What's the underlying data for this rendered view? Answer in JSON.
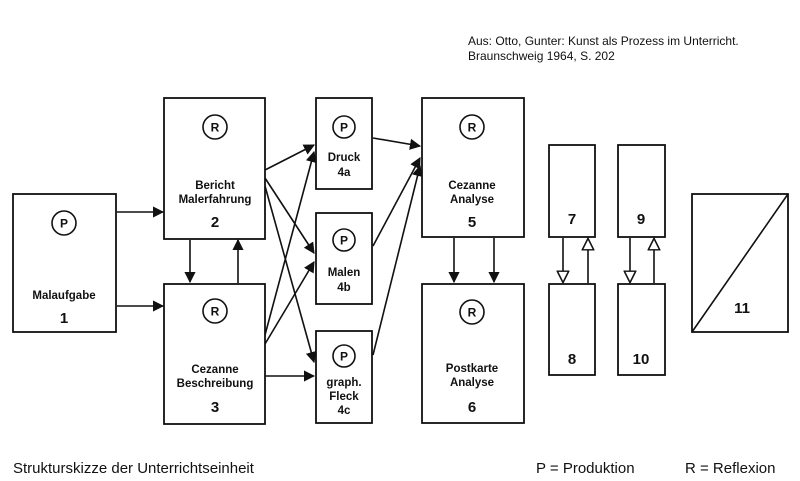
{
  "source": {
    "line1": "Aus: Otto, Gunter: Kunst als Prozess im Unterricht.",
    "line2": "Braunschweig 1964, S. 202"
  },
  "boxes": {
    "b1": {
      "badge": "P",
      "label_lines": [
        "Malaufgabe"
      ],
      "number": "1"
    },
    "b2": {
      "badge": "R",
      "label_lines": [
        "Bericht",
        "Malerfahrung"
      ],
      "number": "2"
    },
    "b3": {
      "badge": "R",
      "label_lines": [
        "Cezanne",
        "Beschreibung"
      ],
      "number": "3"
    },
    "b4a": {
      "badge": "P",
      "label_lines": [
        "Druck",
        "4a"
      ]
    },
    "b4b": {
      "badge": "P",
      "label_lines": [
        "Malen",
        "4b"
      ]
    },
    "b4c": {
      "badge": "P",
      "label_lines": [
        "graph.",
        "Fleck",
        "4c"
      ]
    },
    "b5": {
      "badge": "R",
      "label_lines": [
        "Cezanne",
        "Analyse"
      ],
      "number": "5"
    },
    "b6": {
      "badge": "R",
      "label_lines": [
        "Postkarte",
        "Analyse"
      ],
      "number": "6"
    },
    "b7": {
      "number": "7"
    },
    "b8": {
      "number": "8"
    },
    "b9": {
      "number": "9"
    },
    "b10": {
      "number": "10"
    },
    "b11": {
      "number": "11"
    }
  },
  "caption": {
    "title": "Strukturskizze der Unterrichtseinheit",
    "legend_p": "P = Produktion",
    "legend_r": "R = Reflexion"
  }
}
